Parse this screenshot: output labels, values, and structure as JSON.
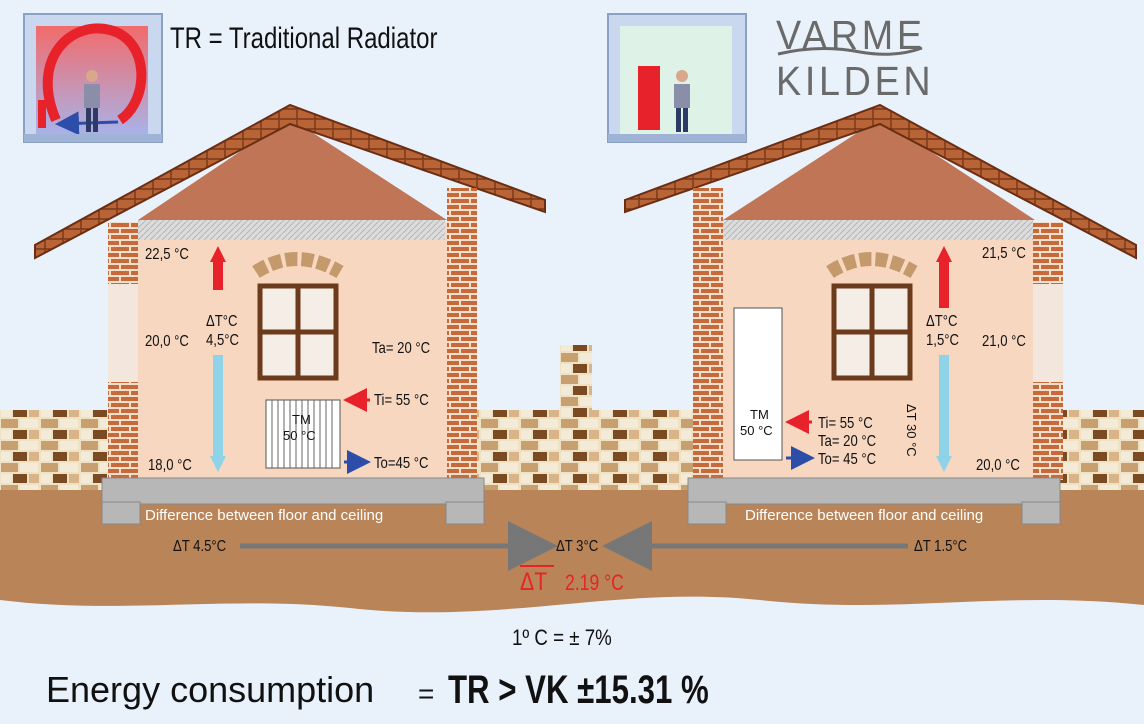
{
  "legend_title": "TR = Traditional Radiator",
  "brand": {
    "line1": "VARME",
    "line2": "KILDEN"
  },
  "left_house": {
    "ceiling_temp": "22,5 °C",
    "mid_temp": "20,0 °C",
    "floor_temp": "18,0 °C",
    "delta_label": "ΔT°C",
    "delta_value": "4,5°C",
    "ambient": "Ta= 20 °C",
    "inlet": "Ti= 55 °C",
    "outlet": "To=45 °C",
    "radiator_label": "TM",
    "radiator_temp": "50 °C",
    "floor_caption": "Difference between floor and ceiling"
  },
  "right_house": {
    "ceiling_temp": "21,5 °C",
    "mid_temp": "21,0 °C",
    "floor_temp": "20,0 °C",
    "delta_label": "ΔT°C",
    "delta_value": "1,5°C",
    "radiator_label": "TM",
    "radiator_temp": "50 °C",
    "inlet": "Ti=  55 °C",
    "ambient": "Ta=  20 °C",
    "outlet": "To=  45 °C",
    "vertical_note": "ΔT 30 °C",
    "floor_caption": "Difference between floor and ceiling"
  },
  "comparison": {
    "left": "ΔT 4.5°C",
    "middle": "ΔT 3°C",
    "right": "ΔT 1.5°C",
    "average_symbol": "ΔT",
    "average_value": "2.19 °C"
  },
  "rule": "1º C = ± 7%",
  "conclusion": {
    "label": "Energy consumption",
    "equals": "=",
    "result": "TR > VK  ±15.31 %"
  },
  "colors": {
    "hot": "#e8222a",
    "cold": "#8fd3e8",
    "wall": "#f8d7c0",
    "brick": "#c8693a",
    "roof": "#a0522d",
    "ground": "#b98457",
    "arrow_blue": "#2d4ea8"
  }
}
